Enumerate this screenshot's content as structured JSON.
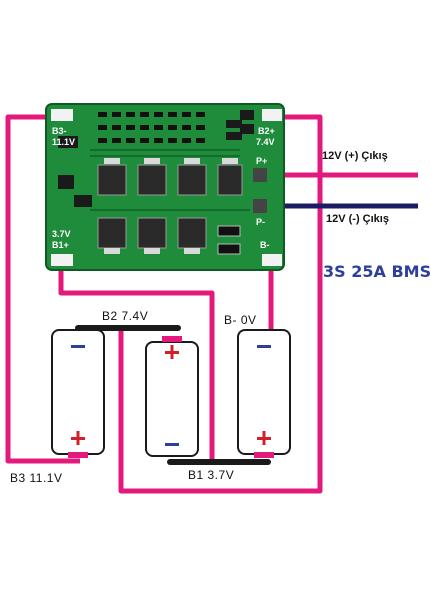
{
  "board": {
    "pads": [
      "B3-",
      "B2+",
      "B1+",
      "B-"
    ],
    "pad_voltages": [
      "11.1V",
      "7.4V",
      "3.7V"
    ],
    "pads_right": [
      "P+",
      "P-"
    ]
  },
  "outputs": {
    "positive": "12V (+) Çıkış",
    "negative": "12V (-) Çıkış"
  },
  "title": "3S 25A BMS",
  "labels": {
    "b2": "B2 7.4V",
    "b_minus": "B-  0V",
    "b1": "B1 3.7V",
    "b3": "B3 11.1V"
  },
  "colors": {
    "wire": "#e3197d",
    "pcb": "#1e8c3a",
    "negative_wire": "#1c1c66",
    "title": "#2e3f9a"
  }
}
